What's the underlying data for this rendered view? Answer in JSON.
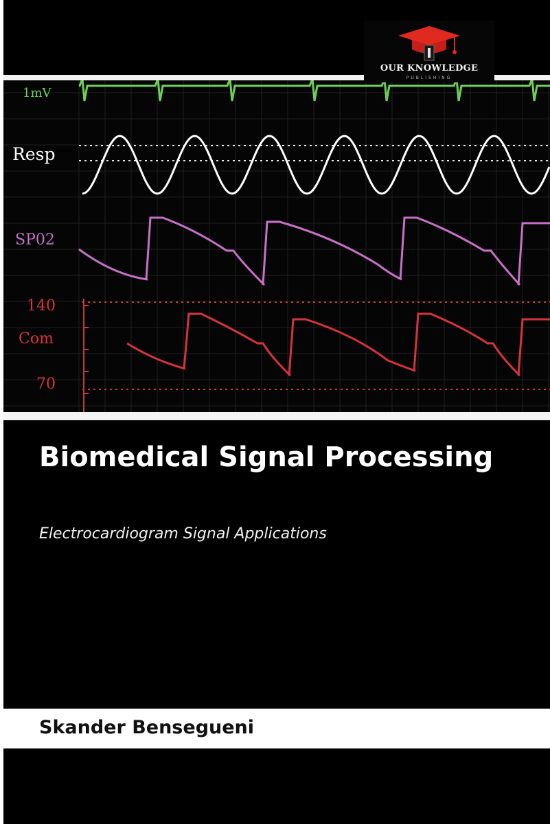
{
  "publisher": {
    "name": "OUR KNOWLEDGE",
    "sub": "PUBLISHING",
    "colors": {
      "cap": "#e02a20",
      "text": "#f0f0f0"
    }
  },
  "monitor": {
    "labels": {
      "ecg_scale": "1mV",
      "resp": "Resp",
      "spo2": "SP02",
      "high": "140",
      "com": "Com",
      "low": "70"
    },
    "colors": {
      "ecg": "#6fcf5a",
      "resp": "#ffffff",
      "spo2": "#c870c8",
      "pressure": "#d8323c",
      "grid": "#1e1e1e"
    }
  },
  "book": {
    "title": "Biomedical Signal Processing",
    "subtitle": "Electrocardiogram Signal Applications",
    "author": "Skander Bensegueni"
  }
}
